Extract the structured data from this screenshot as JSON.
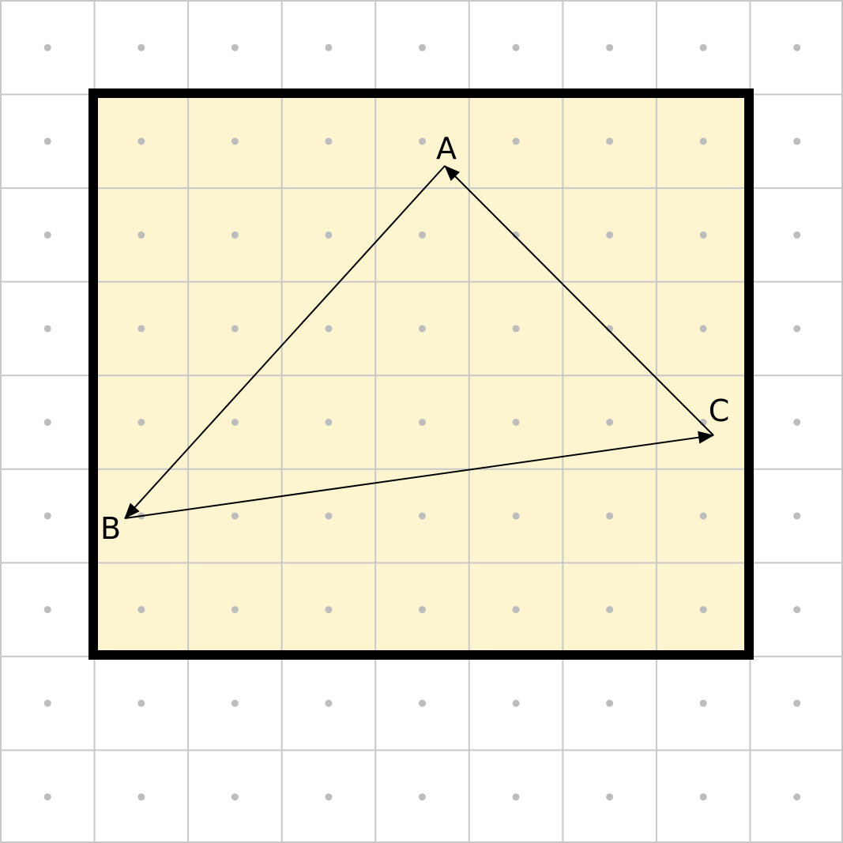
{
  "colors": {
    "background": "#ffffff",
    "grid_line": "#c8c8c8",
    "grid_dot": "#bdbdbd",
    "region_fill": "#fdf5d0",
    "region_border": "#000000",
    "arrow": "#000000"
  },
  "points": {
    "A": {
      "label": "A"
    },
    "B": {
      "label": "B"
    },
    "C": {
      "label": "C"
    }
  },
  "arrows": [
    {
      "from": "A",
      "to": "B"
    },
    {
      "from": "C",
      "to": "A"
    },
    {
      "from": "B",
      "to": "C"
    }
  ]
}
